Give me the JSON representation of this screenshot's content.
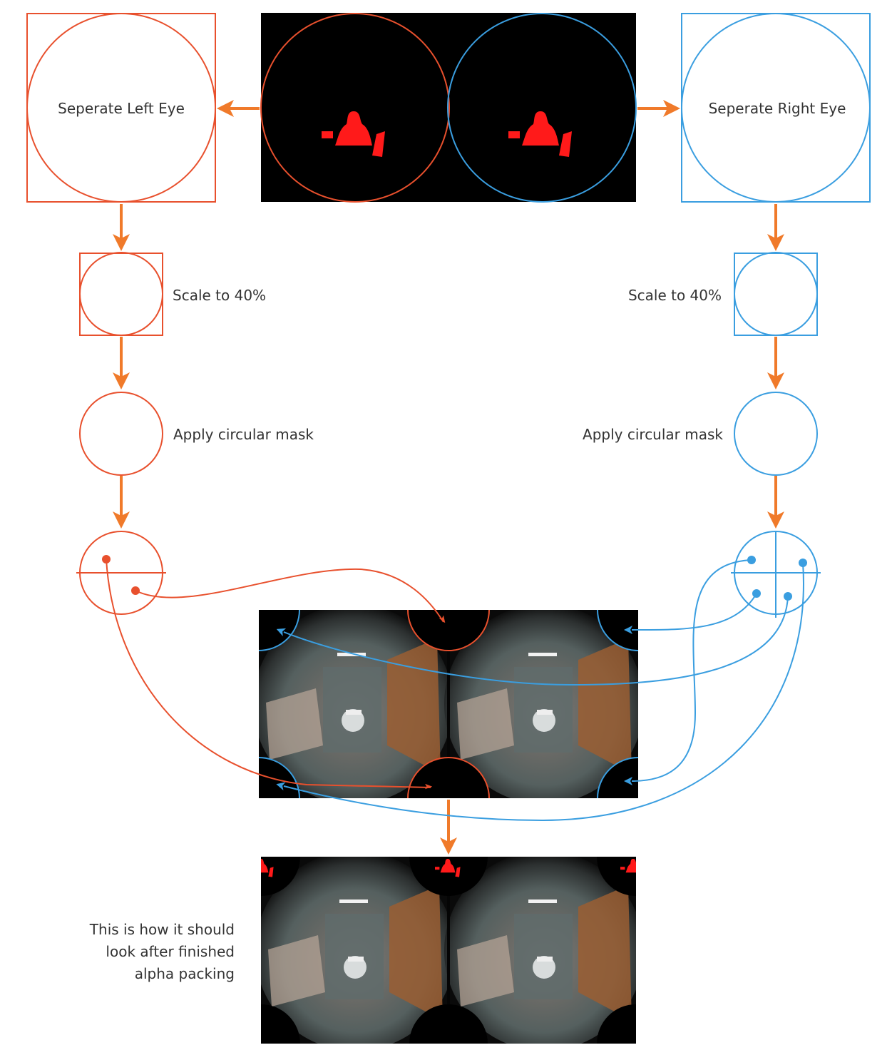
{
  "colors": {
    "left": "#e8502d",
    "right": "#3a9ee0",
    "flow_arrow": "#f07a2a",
    "mask": "#ff1a1a"
  },
  "left_pipeline": {
    "separate_label": "Seperate Left Eye",
    "scale_label": "Scale to 40%",
    "mask_label": "Apply circular mask"
  },
  "right_pipeline": {
    "separate_label": "Seperate Right Eye",
    "scale_label": "Scale to 40%",
    "mask_label": "Apply circular mask"
  },
  "result_note": {
    "line1": "This is how it should",
    "line2": "look after finished",
    "line3": "alpha packing"
  }
}
